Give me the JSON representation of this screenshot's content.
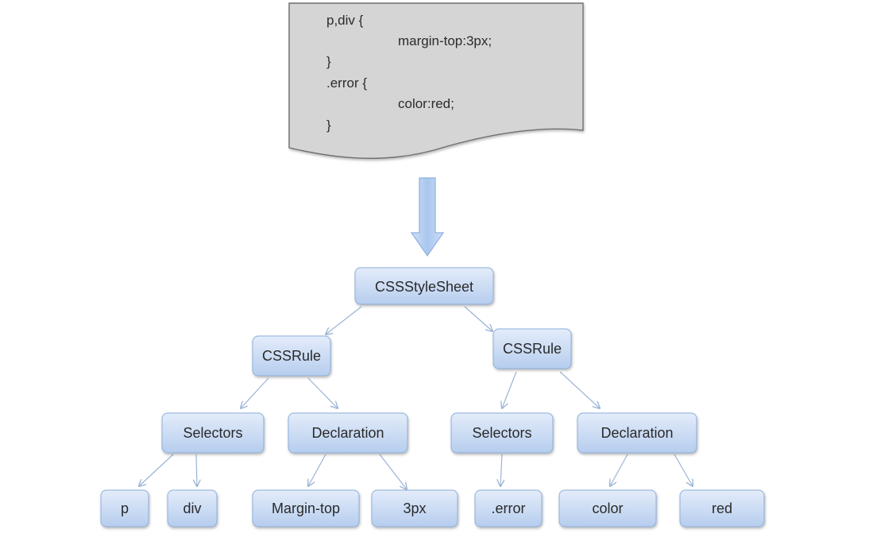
{
  "code_block": {
    "lines": [
      "p,div {",
      "margin-top:3px;",
      "}",
      ".error {",
      "color:red;",
      "}"
    ]
  },
  "tree": {
    "root": {
      "label": "CSSStyleSheet"
    },
    "rules": [
      {
        "label": "CSSRule",
        "selectors": {
          "label": "Selectors",
          "items": [
            "p",
            "div"
          ]
        },
        "declaration": {
          "label": "Declaration",
          "items": [
            "Margin-top",
            "3px"
          ]
        }
      },
      {
        "label": "CSSRule",
        "selectors": {
          "label": "Selectors",
          "items": [
            ".error"
          ]
        },
        "declaration": {
          "label": "Declaration",
          "items": [
            "color",
            "red"
          ]
        }
      }
    ]
  },
  "colors": {
    "node_fill_top": "#dfeaf9",
    "node_fill_bottom": "#b9d0f0",
    "node_border": "#8fb0dc",
    "doc_fill": "#d4d4d4",
    "arrow_fill": "#b3cdf0"
  }
}
